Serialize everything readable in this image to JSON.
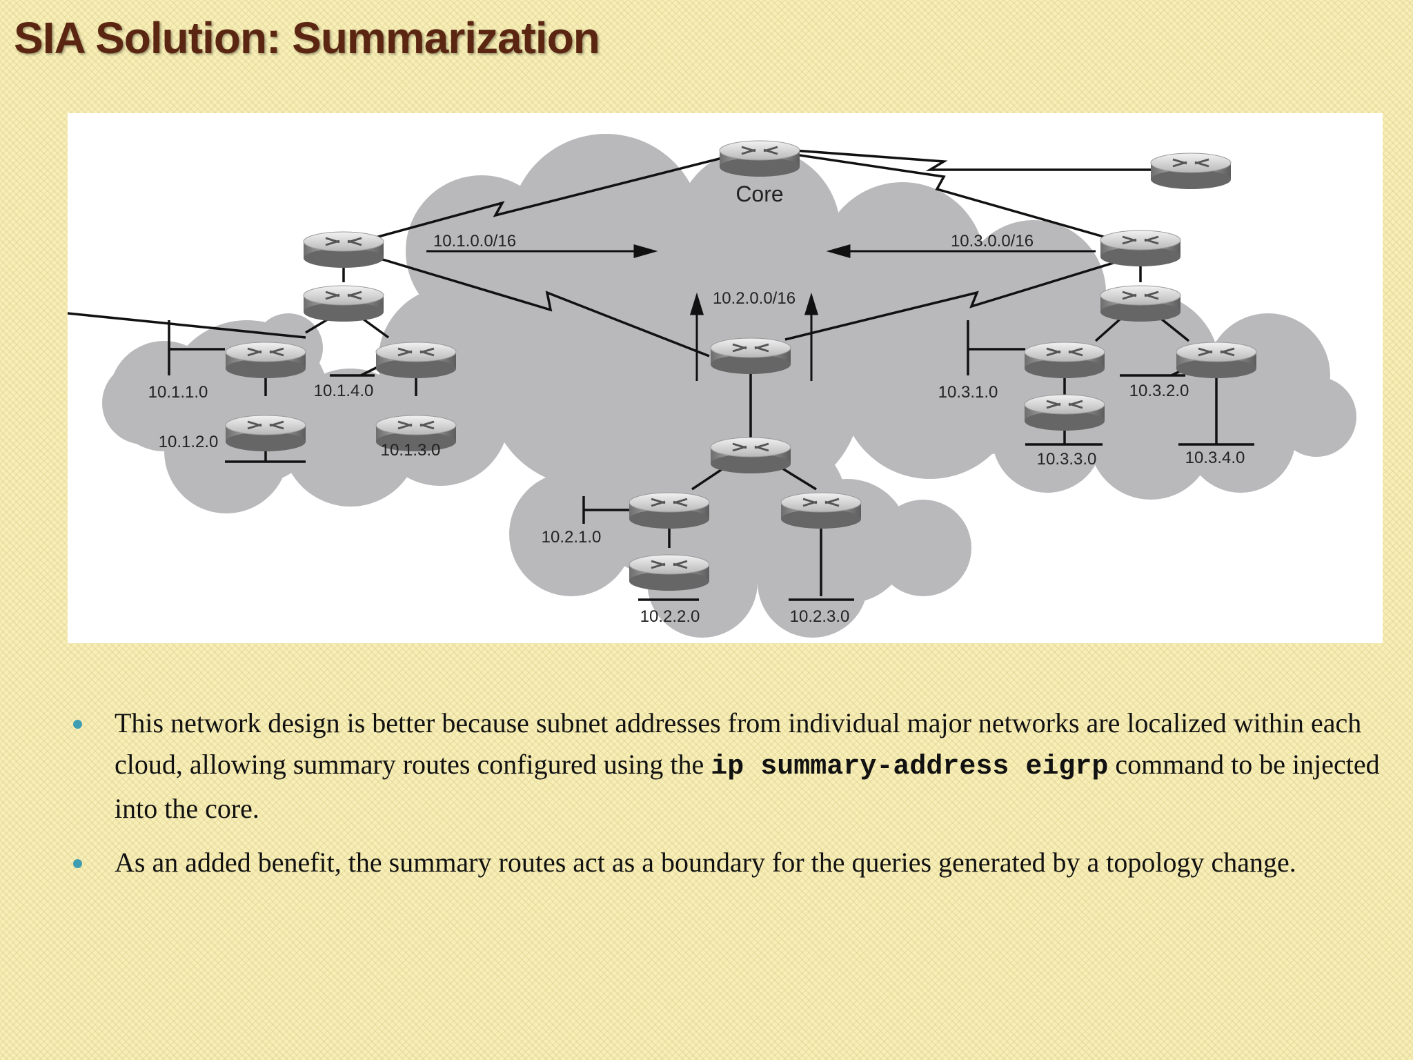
{
  "slide": {
    "title": "SIA Solution: Summarization"
  },
  "diagram": {
    "core_label": "Core",
    "summary_labels": {
      "left": "10.1.0.0/16",
      "right": "10.3.0.0/16",
      "bottom": "10.2.0.0/16"
    },
    "subnets": {
      "s_10_1_1_0": "10.1.1.0",
      "s_10_1_4_0": "10.1.4.0",
      "s_10_1_2_0": "10.1.2.0",
      "s_10_1_3_0": "10.1.3.0",
      "s_10_3_1_0": "10.3.1.0",
      "s_10_3_2_0": "10.3.2.0",
      "s_10_3_3_0": "10.3.3.0",
      "s_10_3_4_0": "10.3.4.0",
      "s_10_2_1_0": "10.2.1.0",
      "s_10_2_2_0": "10.2.2.0",
      "s_10_2_3_0": "10.2.3.0"
    },
    "colors": {
      "cloud": "#b9b9bb",
      "router": "#9a9a9c",
      "line": "#111111"
    }
  },
  "bullets": [
    {
      "text_1": "This network design is better because subnet addresses from individual major networks are localized within each cloud, allowing summary routes configured using the ",
      "command": "ip summary-address eigrp",
      "text_2": " command to be injected into the core."
    },
    {
      "text_1": "As an added benefit, the summary routes act as a boundary for the queries generated by a topology change."
    }
  ],
  "theme": {
    "bullet_color": "#3f9db2",
    "title_color": "#5a2612"
  }
}
